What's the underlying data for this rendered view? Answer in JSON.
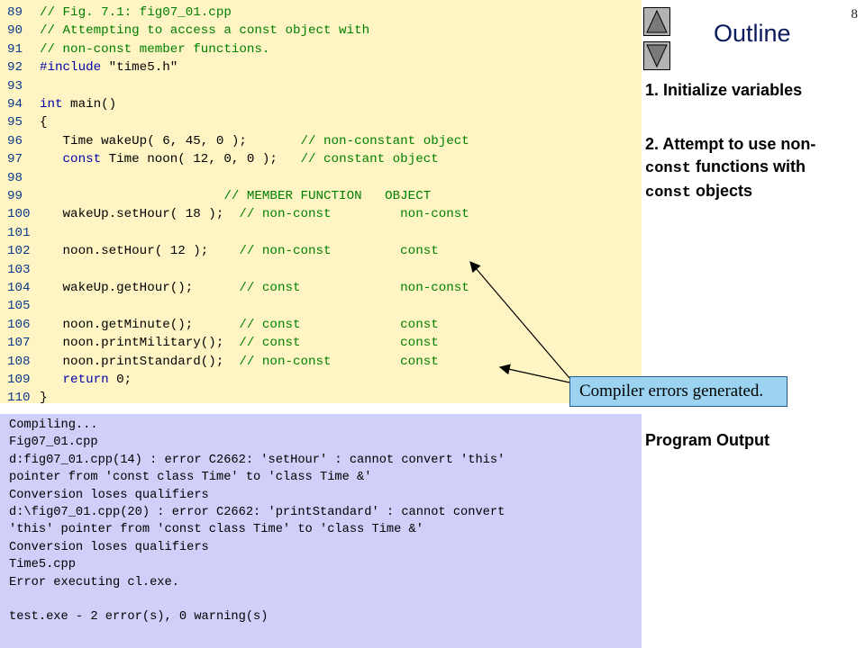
{
  "page_number": "8",
  "outline": {
    "title": "Outline",
    "nav_up_icon": "triangle-up-icon",
    "nav_down_icon": "triangle-down-icon",
    "item1": "1. Initialize variables",
    "item2_prefix": "2. Attempt to use non-",
    "item2_const1": "const",
    "item2_mid": " functions with",
    "item2_const2": "const",
    "item2_suffix": " objects",
    "program_output": "Program Output"
  },
  "code_lines": [
    {
      "n": "89",
      "parts": [
        {
          "t": "// Fig. 7.1: fig07_01.cpp",
          "c": "cm"
        }
      ]
    },
    {
      "n": "90",
      "parts": [
        {
          "t": "// Attempting to access a const object with",
          "c": "cm"
        }
      ]
    },
    {
      "n": "91",
      "parts": [
        {
          "t": "// non-const member functions.",
          "c": "cm"
        }
      ]
    },
    {
      "n": "92",
      "parts": [
        {
          "t": "#include ",
          "c": "kw"
        },
        {
          "t": "\"time5.h\"",
          "c": "st"
        }
      ]
    },
    {
      "n": "93",
      "parts": []
    },
    {
      "n": "94",
      "parts": [
        {
          "t": "int",
          "c": "kw"
        },
        {
          "t": " main()",
          "c": "tx"
        }
      ]
    },
    {
      "n": "95",
      "parts": [
        {
          "t": "{",
          "c": "tx"
        }
      ]
    },
    {
      "n": "96",
      "parts": [
        {
          "t": "   Time wakeUp( 6, 45, 0 );       ",
          "c": "tx"
        },
        {
          "t": "// non-constant object",
          "c": "cm"
        }
      ]
    },
    {
      "n": "97",
      "parts": [
        {
          "t": "   ",
          "c": "tx"
        },
        {
          "t": "const",
          "c": "kw"
        },
        {
          "t": " Time noon( 12, 0, 0 );   ",
          "c": "tx"
        },
        {
          "t": "// constant object",
          "c": "cm"
        }
      ]
    },
    {
      "n": "98",
      "parts": []
    },
    {
      "n": "99",
      "parts": [
        {
          "t": "                        ",
          "c": "tx"
        },
        {
          "t": "// MEMBER FUNCTION   OBJECT",
          "c": "cm"
        }
      ]
    },
    {
      "n": "100",
      "parts": [
        {
          "t": "   wakeUp.setHour( 18 );  ",
          "c": "tx"
        },
        {
          "t": "// non-const         non-const",
          "c": "cm"
        }
      ]
    },
    {
      "n": "101",
      "parts": []
    },
    {
      "n": "102",
      "parts": [
        {
          "t": "   noon.setHour( 12 );    ",
          "c": "tx"
        },
        {
          "t": "// non-const         const",
          "c": "cm"
        }
      ]
    },
    {
      "n": "103",
      "parts": []
    },
    {
      "n": "104",
      "parts": [
        {
          "t": "   wakeUp.getHour();      ",
          "c": "tx"
        },
        {
          "t": "// const             non-const",
          "c": "cm"
        }
      ]
    },
    {
      "n": "105",
      "parts": []
    },
    {
      "n": "106",
      "parts": [
        {
          "t": "   noon.getMinute();      ",
          "c": "tx"
        },
        {
          "t": "// const             const",
          "c": "cm"
        }
      ]
    },
    {
      "n": "107",
      "parts": [
        {
          "t": "   noon.printMilitary();  ",
          "c": "tx"
        },
        {
          "t": "// const             const",
          "c": "cm"
        }
      ]
    },
    {
      "n": "108",
      "parts": [
        {
          "t": "   noon.printStandard();  ",
          "c": "tx"
        },
        {
          "t": "// non-const         const",
          "c": "cm"
        }
      ]
    },
    {
      "n": "109",
      "parts": [
        {
          "t": "   ",
          "c": "tx"
        },
        {
          "t": "return",
          "c": "kw"
        },
        {
          "t": " 0;",
          "c": "tx"
        }
      ]
    },
    {
      "n": "110",
      "parts": [
        {
          "t": "}",
          "c": "tx"
        }
      ]
    }
  ],
  "output_lines": [
    "Compiling...",
    "Fig07_01.cpp",
    "d:fig07_01.cpp(14) : error C2662: 'setHour' : cannot convert 'this'",
    "pointer from 'const class Time' to 'class Time &'",
    "Conversion loses qualifiers",
    "d:\\fig07_01.cpp(20) : error C2662: 'printStandard' : cannot convert",
    "'this' pointer from 'const class Time' to 'class Time &'",
    "Conversion loses qualifiers",
    "Time5.cpp",
    "Error executing cl.exe.",
    "",
    "test.exe - 2 error(s), 0 warning(s)"
  ],
  "callout": "Compiler errors generated.",
  "colors": {
    "code_bg": "#fff5c4",
    "output_bg": "#cfcff9",
    "comment": "#008000",
    "keyword": "#0000aa",
    "line_number": "#0a3a8a",
    "callout_bg": "#9cd3f1",
    "outline_title": "#0a1a5c"
  }
}
